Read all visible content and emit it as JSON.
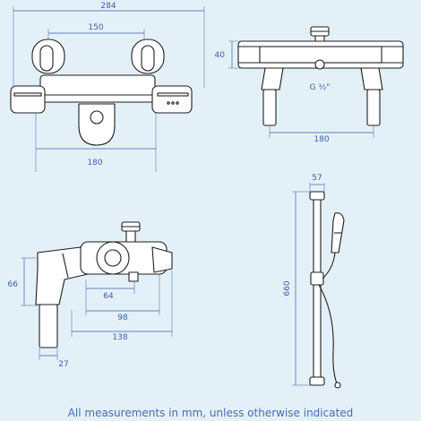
{
  "colors": {
    "background": "#e4f0f8",
    "dimension": "#3a5fa8",
    "outline": "#1e1e1e",
    "caption": "#4a6cb0"
  },
  "front_view": {
    "overall_width": "284",
    "inlet_centers": "150",
    "bottom_width": "180"
  },
  "top_view": {
    "height": "40",
    "outlet_thread": "G ½\"",
    "base_width": "180"
  },
  "side_view": {
    "height": "66",
    "depth_short": "64",
    "depth_mid": "98",
    "depth_long": "138",
    "leg_width": "27"
  },
  "rail_view": {
    "bracket_width": "57",
    "rail_length": "660"
  },
  "caption": "All measurements in mm, unless otherwise indicated"
}
